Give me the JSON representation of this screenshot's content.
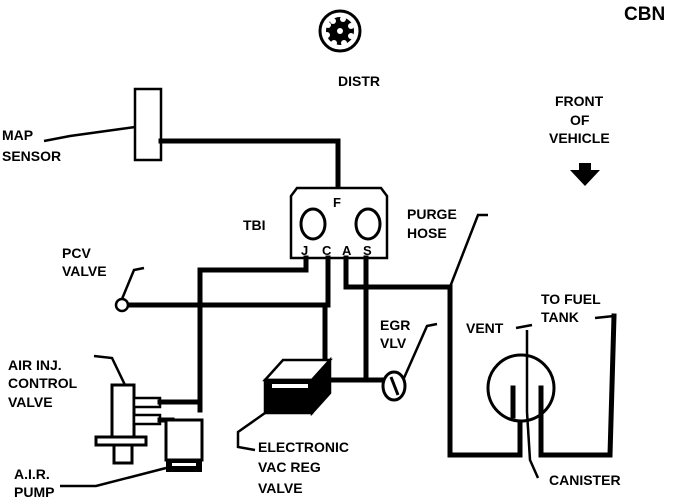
{
  "code": "CBN",
  "labels": {
    "distr": "DISTR",
    "front_line1": "FRONT",
    "front_line2": "OF",
    "front_line3": "VEHICLE",
    "map_line1": "MAP",
    "map_line2": "SENSOR",
    "tbi": "TBI",
    "port_f": "F",
    "port_j": "J",
    "port_c": "C",
    "port_a": "A",
    "port_s": "S",
    "purge_line1": "PURGE",
    "purge_line2": "HOSE",
    "pcv_line1": "PCV",
    "pcv_line2": "VALVE",
    "fuel_line1": "TO FUEL",
    "fuel_line2": "TANK",
    "vent": "VENT",
    "egr_line1": "EGR",
    "egr_line2": "VLV",
    "air_inj_line1": "AIR INJ.",
    "air_inj_line2": "CONTROL",
    "air_inj_line3": "VALVE",
    "evrv_line1": "ELECTRONIC",
    "evrv_line2": "VAC REG",
    "evrv_line3": "VALVE",
    "air_pump_line1": "A.I.R.",
    "air_pump_line2": "PUMP",
    "canister": "CANISTER"
  }
}
